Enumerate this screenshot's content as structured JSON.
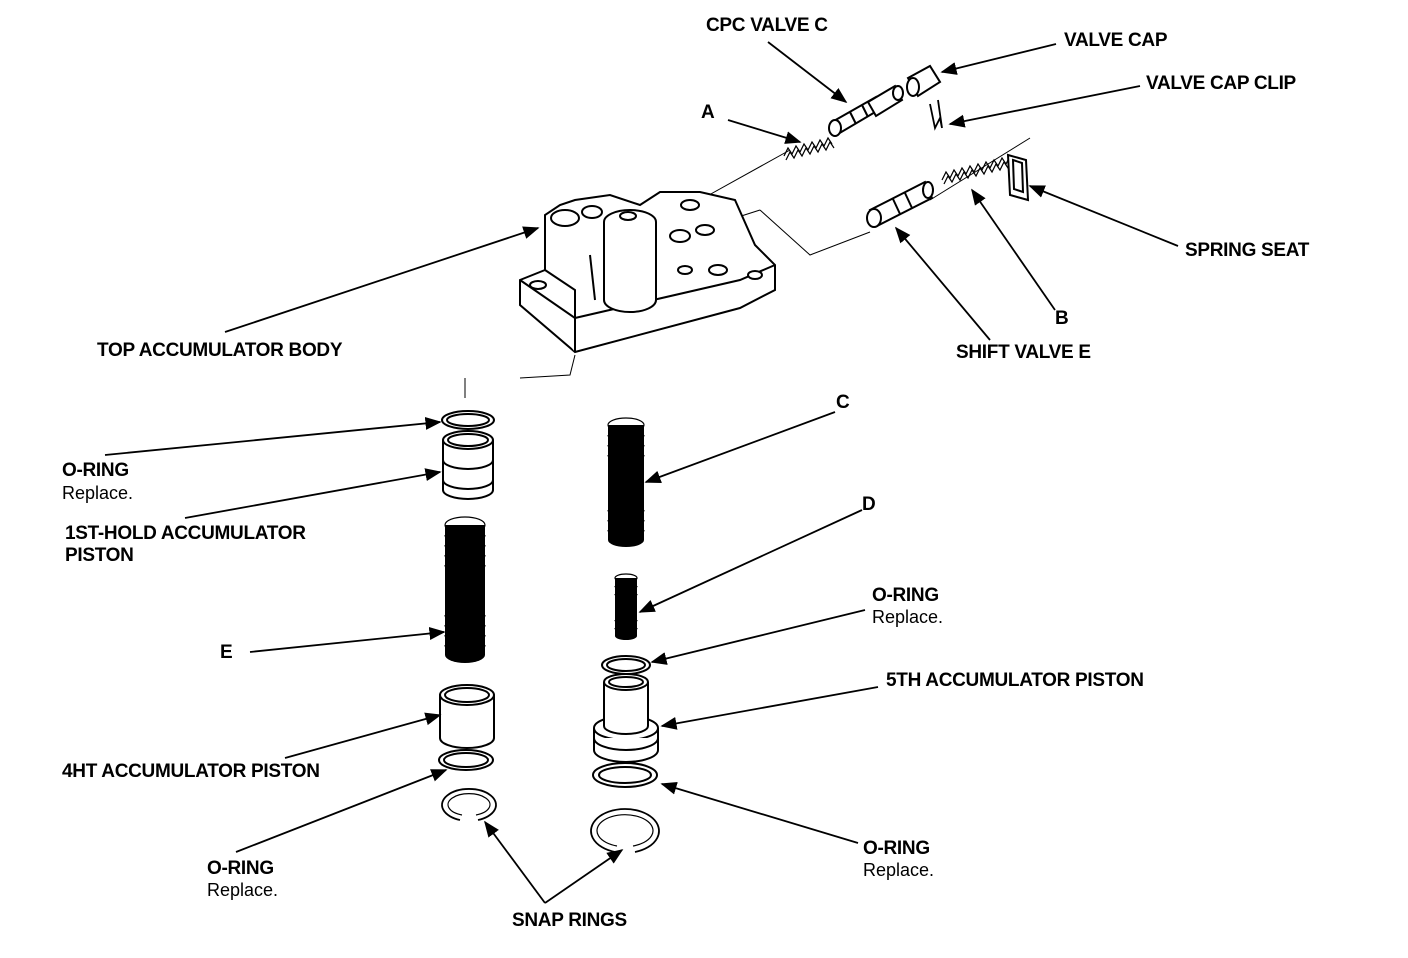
{
  "labels": {
    "cpc_valve_c": "CPC VALVE C",
    "valve_cap": "VALVE CAP",
    "valve_cap_clip": "VALVE  CAP CLIP",
    "a": "A",
    "spring_seat": "SPRING SEAT",
    "b": "B",
    "shift_valve_e": "SHIFT VALVE E",
    "top_accumulator_body": "TOP ACCUMULATOR BODY",
    "c": "C",
    "o_ring_1": "O-RING",
    "o_ring_1_note": "Replace.",
    "first_hold_piston_line1": "1ST-HOLD ACCUMULATOR",
    "first_hold_piston_line2": "PISTON",
    "d": "D",
    "o_ring_2": "O-RING",
    "o_ring_2_note": "Replace.",
    "e": "E",
    "fifth_accumulator_piston": "5TH ACCUMULATOR PISTON",
    "fourth_accumulator_piston": "4HT ACCUMULATOR PISTON",
    "o_ring_3": "O-RING",
    "o_ring_3_note": "Replace.",
    "o_ring_4": "O-RING",
    "o_ring_4_note": "Replace.",
    "snap_rings": "SNAP RINGS"
  }
}
